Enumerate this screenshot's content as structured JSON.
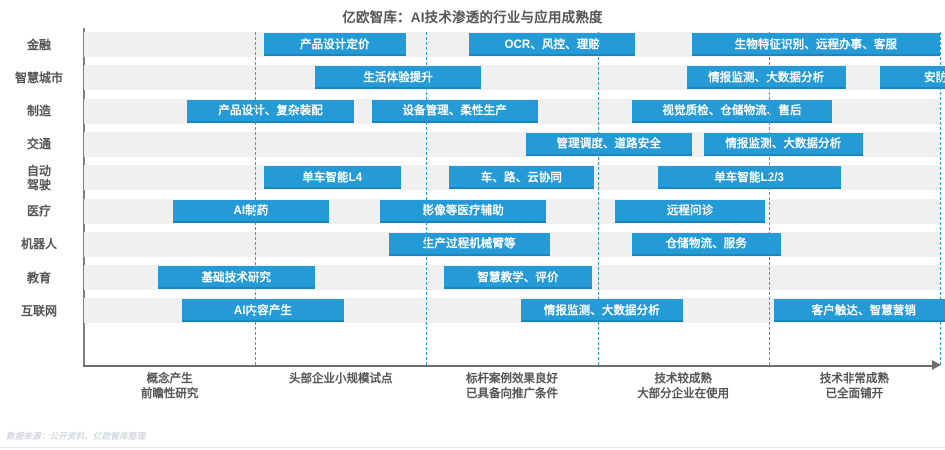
{
  "chart_data": {
    "type": "bar",
    "title": "亿欧智库：AI技术渗透的行业与应用成熟度",
    "xlabel": "",
    "ylabel": "",
    "grid": true,
    "legend": "none",
    "xlim": [
      0,
      5
    ],
    "x_stages": [
      {
        "line1": "概念产生",
        "line2": "前瞻性研究"
      },
      {
        "line1": "头部企业小规模试点",
        "line2": ""
      },
      {
        "line1": "标杆案例效果良好",
        "line2": "已具备向推广条件"
      },
      {
        "line1": "技术较成熟",
        "line2": "大部分企业在使用"
      },
      {
        "line1": "技术非常成熟",
        "line2": "已全面铺开"
      }
    ],
    "categories": [
      "金融",
      "智慧城市",
      "制造",
      "交通",
      "自动驾驶",
      "医疗",
      "机器人",
      "教育",
      "互联网"
    ],
    "category_lines": [
      [
        "金融"
      ],
      [
        "智慧城市"
      ],
      [
        "制造"
      ],
      [
        "交通"
      ],
      [
        "自动",
        "驾驶"
      ],
      [
        "医疗"
      ],
      [
        "机器人"
      ],
      [
        "教育"
      ],
      [
        "互联网"
      ]
    ],
    "bars": [
      {
        "row": 0,
        "label": "产品设计定价",
        "start": 1.05,
        "end": 1.88
      },
      {
        "row": 0,
        "label": "OCR、风控、理赔",
        "start": 2.25,
        "end": 3.22
      },
      {
        "row": 0,
        "label": "生物特征识别、远程办事、客服",
        "start": 3.55,
        "end": 5.0
      },
      {
        "row": 1,
        "label": "生活体验提升",
        "start": 1.35,
        "end": 2.32
      },
      {
        "row": 1,
        "label": "情报监测、大数据分析",
        "start": 3.52,
        "end": 4.45
      },
      {
        "row": 1,
        "label": "安防",
        "start": 4.65,
        "end": 5.3
      },
      {
        "row": 2,
        "label": "产品设计、复杂装配",
        "start": 0.6,
        "end": 1.58
      },
      {
        "row": 2,
        "label": "设备管理、柔性生产",
        "start": 1.68,
        "end": 2.65
      },
      {
        "row": 2,
        "label": "视觉质检、仓储物流、售后",
        "start": 3.2,
        "end": 4.37
      },
      {
        "row": 3,
        "label": "管理调度、道路安全",
        "start": 2.58,
        "end": 3.55
      },
      {
        "row": 3,
        "label": "情报监测、大数据分析",
        "start": 3.62,
        "end": 4.55
      },
      {
        "row": 4,
        "label": "单车智能L4",
        "start": 1.05,
        "end": 1.85
      },
      {
        "row": 4,
        "label": "车、路、云协同",
        "start": 2.13,
        "end": 2.98
      },
      {
        "row": 4,
        "label": "单车智能L2/3",
        "start": 3.35,
        "end": 4.42
      },
      {
        "row": 5,
        "label": "AI制药",
        "start": 0.52,
        "end": 1.43
      },
      {
        "row": 5,
        "label": "影像等医疗辅助",
        "start": 1.73,
        "end": 2.7
      },
      {
        "row": 5,
        "label": "远程问诊",
        "start": 3.1,
        "end": 3.98
      },
      {
        "row": 6,
        "label": "生产过程机械臂等",
        "start": 1.78,
        "end": 2.72
      },
      {
        "row": 6,
        "label": "仓储物流、服务",
        "start": 3.2,
        "end": 4.07
      },
      {
        "row": 7,
        "label": "基础技术研究",
        "start": 0.43,
        "end": 1.35
      },
      {
        "row": 7,
        "label": "智慧教学、评价",
        "start": 2.1,
        "end": 2.97
      },
      {
        "row": 8,
        "label": "AI内容产生",
        "start": 0.57,
        "end": 1.52
      },
      {
        "row": 8,
        "label": "情报监测、大数据分析",
        "start": 2.55,
        "end": 3.5
      },
      {
        "row": 8,
        "label": "客户触达、智慧营销",
        "start": 4.03,
        "end": 5.08
      }
    ]
  },
  "footer": {
    "source": "数据来源：公开资料、亿欧智库整理"
  },
  "colors": {
    "bar": "#249ad6",
    "bar_edge": "#1b86bd",
    "band": "#f0f0f0",
    "gridline": "#2a9fd8",
    "text": "#555555"
  }
}
